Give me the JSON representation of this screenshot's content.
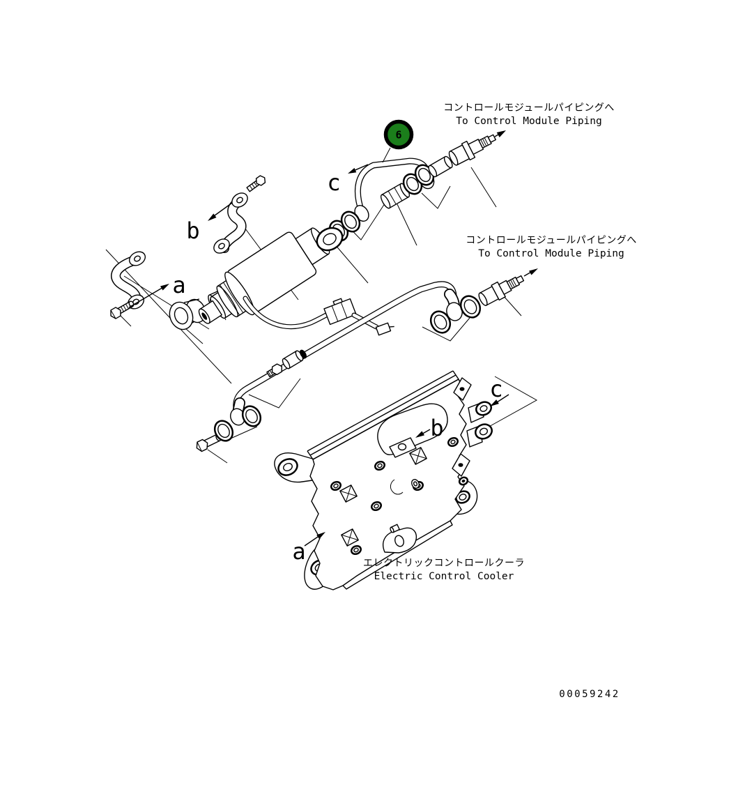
{
  "page": {
    "background_color": "#ffffff",
    "line_color": "#000000",
    "description": "Exploded parts diagram of electric control cooler piping"
  },
  "part_badge": {
    "number": "6",
    "fill_color": "#1b7e1b",
    "ring_color": "#000000",
    "number_color": "#ffffff"
  },
  "annotations": {
    "top_piping": {
      "jp": "コントロールモジュールパイピングへ",
      "en": "To Control Module Piping"
    },
    "mid_piping": {
      "jp": "コントロールモジュールパイピングへ",
      "en": "To Control Module Piping"
    },
    "cooler": {
      "jp": "エレクトリックコントロールクーラ",
      "en": "Electric Control Cooler"
    }
  },
  "section_labels": {
    "upper_a": "a",
    "upper_b": "b",
    "upper_c": "c",
    "lower_a": "a",
    "lower_b": "b",
    "lower_c": "c"
  },
  "drawing_number": "00059242"
}
